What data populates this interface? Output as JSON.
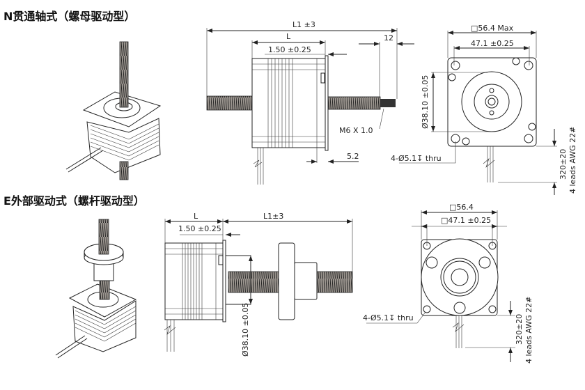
{
  "sections": [
    {
      "title": "N贯通轴式（螺母驱动型）",
      "side_view": {
        "l1": "L1 ±3",
        "l": "L",
        "pilot": "1.50 ±0.25",
        "thread_len": "12",
        "thread": "M6 X 1.0",
        "flange": "5.2"
      },
      "front_view": {
        "square": "□56.4 Max",
        "hole_spacing": "47.1 ±0.25",
        "pilot_dia": "Ø38.10 ±0.05",
        "holes": "4-Ø5.1↧ thru",
        "lead_length": "320±20",
        "leads": "4 leads AWG 22#"
      }
    },
    {
      "title": "E外部驱动式（螺杆驱动型）",
      "side_view": {
        "l": "L",
        "l1": "L1±3",
        "pilot": "1.50 ±0.25",
        "pilot_dia": "Ø38.10 ±0.05"
      },
      "front_view": {
        "square": "□56.4",
        "hole_spacing": "□47.1 ±0.25",
        "holes": "4-Ø5.1↧ thru",
        "lead_length": "320±20",
        "leads": "4 leads AWG 22#"
      }
    }
  ]
}
